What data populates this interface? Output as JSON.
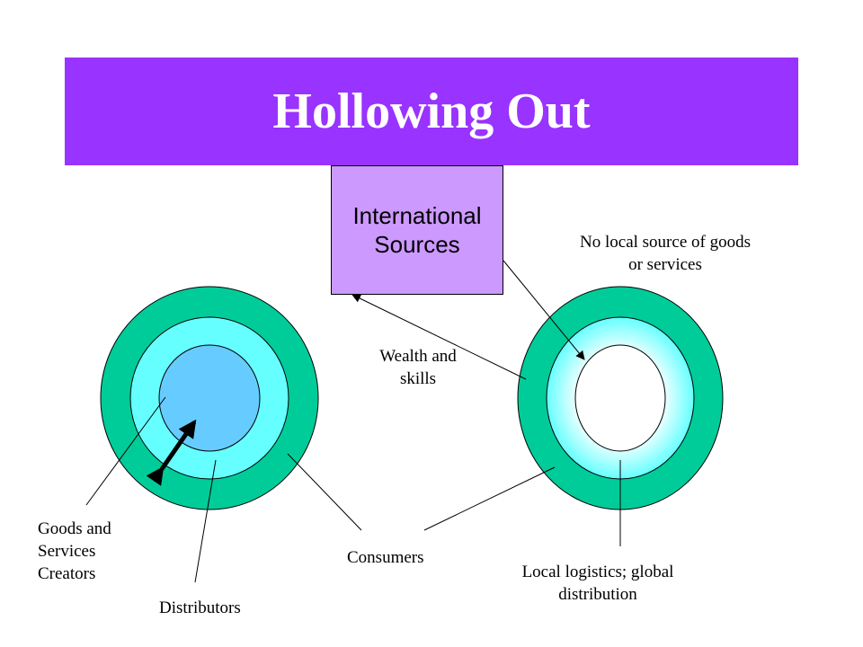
{
  "title": "Hollowing Out",
  "box": {
    "line1": "International",
    "line2": "Sources"
  },
  "labels": {
    "wealth": [
      "Wealth and",
      "skills"
    ],
    "no_local": [
      "No local source of goods",
      "or services"
    ],
    "creators": [
      "Goods and",
      "Services",
      "Creators"
    ],
    "distributors": "Distributors",
    "consumers": "Consumers",
    "logistics": [
      "Local logistics; global",
      "distribution"
    ]
  },
  "colors": {
    "title_bg": "#9933ff",
    "box_bg": "#cc99ff",
    "outer_ring": "#00cc99",
    "middle_ring": "#66ffff",
    "inner_core": "#66ccff",
    "hollow_core": "#ffffff"
  }
}
